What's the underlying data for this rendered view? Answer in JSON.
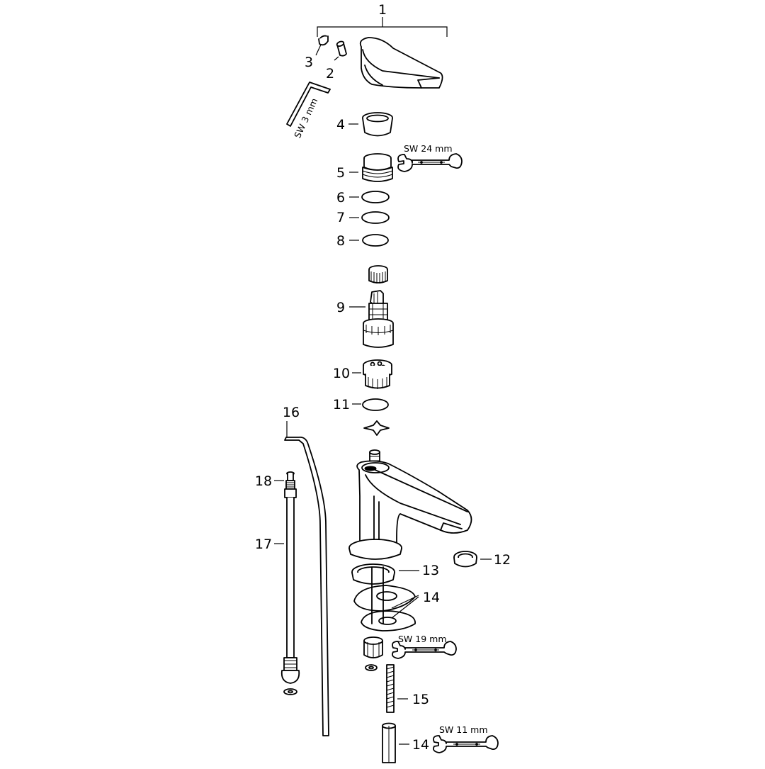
{
  "callouts": {
    "c1": "1",
    "c2": "2",
    "c3": "3",
    "c4": "4",
    "c5": "5",
    "c6": "6",
    "c7": "7",
    "c8": "8",
    "c9": "9",
    "c10": "10",
    "c11": "11",
    "c12": "12",
    "c13": "13",
    "c14a": "14",
    "c14b": "14",
    "c15": "15",
    "c16": "16",
    "c17": "17",
    "c18": "18"
  },
  "tool_labels": {
    "hex_key": "SW 3 mm",
    "wrench_24": "SW 24 mm",
    "wrench_19": "SW 19 mm",
    "wrench_11": "SW 11 mm"
  }
}
